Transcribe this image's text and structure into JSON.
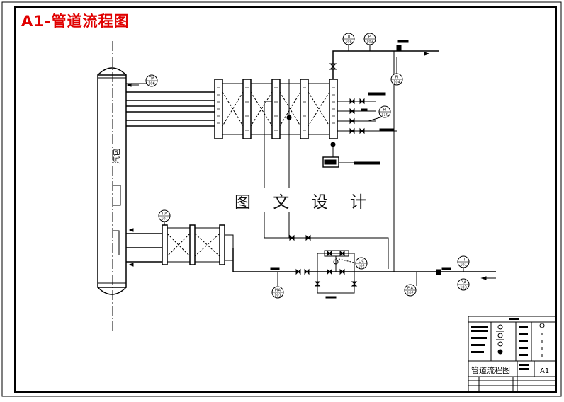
{
  "title": "A1-管道流程图",
  "watermark": "图 文 设 计",
  "vessel_label": "汽包",
  "tags": {
    "ti105": {
      "top": "TI",
      "bottom": "105"
    },
    "pi103": {
      "top": "PI",
      "bottom": "103"
    },
    "pi104": {
      "top": "PI",
      "bottom": "104"
    },
    "tia106": {
      "top": "TIA",
      "bottom": "106"
    },
    "pi110": {
      "top": "PI",
      "bottom": "110"
    },
    "tia107": {
      "top": "TIA",
      "bottom": "107"
    },
    "pia101": {
      "top": "PIA",
      "bottom": "101"
    },
    "lic102": {
      "top": "LIC",
      "bottom": "102"
    },
    "pia102": {
      "top": "PIA",
      "bottom": "102"
    },
    "ti101": {
      "top": "TI",
      "bottom": "101"
    },
    "pia103": {
      "top": "PIA",
      "bottom": "103"
    }
  },
  "title_block": {
    "drawing_name": "管道流程图",
    "sheet_size": "A1"
  },
  "colors": {
    "title": "#e00000",
    "line": "#000000",
    "background": "#ffffff"
  }
}
